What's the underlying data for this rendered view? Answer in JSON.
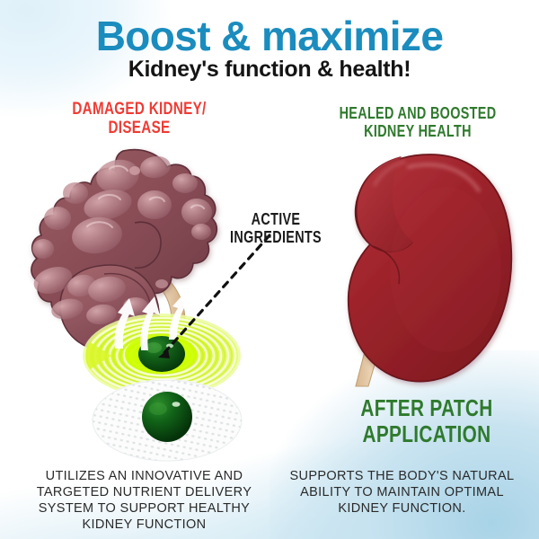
{
  "header": {
    "title": "Boost & maximize",
    "subtitle": "Kidney's function & health!"
  },
  "labels": {
    "damaged": "DAMAGED KIDNEY/ DISEASE",
    "healed": "HEALED AND BOOSTED KIDNEY HEALTH",
    "active_ingredients": "ACTIVE INGREDIENTS",
    "after_patch": "AFTER PATCH APPLICATION"
  },
  "captions": {
    "left": "UTILIZES AN INNOVATIVE AND TARGETED NUTRIENT DELIVERY SYSTEM TO SUPPORT HEALTHY KIDNEY FUNCTION",
    "right": "SUPPORTS THE BODY'S NATURAL ABILITY TO MAINTAIN OPTIMAL KIDNEY FUNCTION."
  },
  "illustration": {
    "damaged_kidney_name": "damaged-kidney-illustration",
    "healthy_kidney_name": "healthy-kidney-illustration",
    "patch_active_name": "active-ingredient-patch",
    "patch_mesh_name": "adhesive-mesh-patch",
    "arrows_name": "absorption-arrows",
    "pointer_name": "active-ingredients-pointer-line"
  },
  "colors": {
    "title_blue": "#1b8cbe",
    "damaged_red_text": "#ef3b33",
    "healed_green_text": "#2f7a2d",
    "caption_gray": "#2a2a2a",
    "damaged_kidney_fill": "#8d5058",
    "damaged_kidney_dark": "#6f3b45",
    "healthy_kidney_fill": "#a3212a",
    "healthy_kidney_dark": "#7e1a22",
    "ureter_tan": "#e6cba4",
    "patch_green": "#d7f03a",
    "dome_green": "#0d5b18",
    "mesh_white": "#fbfbfb",
    "background_blue_wash": "#bddeee"
  }
}
